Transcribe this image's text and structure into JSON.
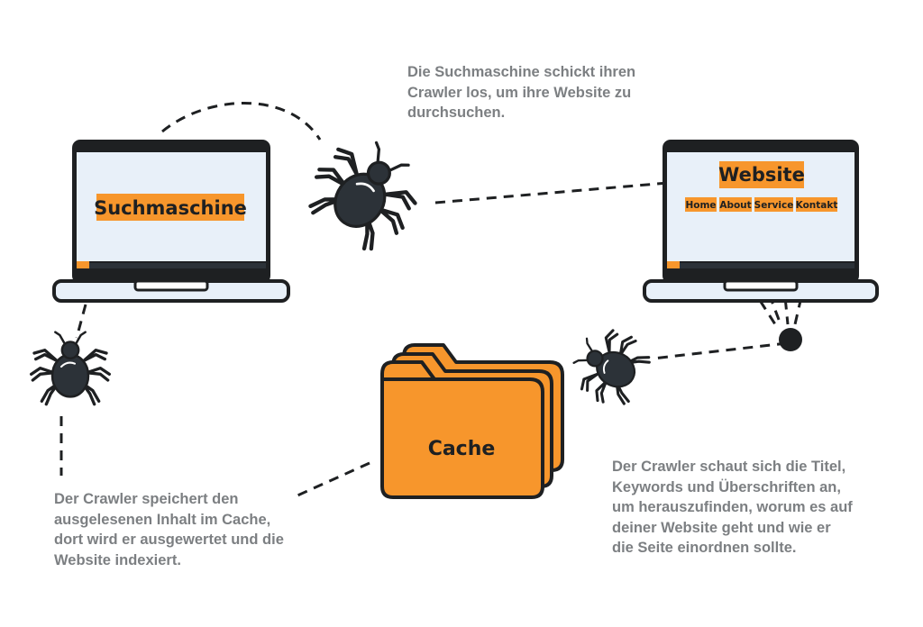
{
  "diagram": {
    "search_engine_label": "Suchmaschine",
    "website_label": "Website",
    "nav_items": [
      "Home",
      "About",
      "Service",
      "Kontakt"
    ],
    "cache_label": "Cache",
    "captions": {
      "crawler_sent": "Die Suchmaschine schickt ihren\nCrawler los, um ihre Website zu\ndurchsuchen.",
      "crawler_reads": "Der Crawler schaut sich die Titel,\nKeywords und Überschriften an,\num herauszufinden, worum es auf\ndeiner Website geht und wie er\ndie Seite einordnen sollte.",
      "crawler_stores": "Der Crawler speichert den\nausgelesenen Inhalt im Cache,\ndort wird er ausgewertet und die\nWebsite indexiert."
    }
  },
  "colors": {
    "accent_orange": "#f7962c",
    "outline": "#1e2022",
    "screen": "#e8f0f9",
    "caption_gray": "#7c7f82",
    "bug_body": "#2c3238"
  },
  "icons": [
    "laptop-icon",
    "bug-icon",
    "folder-icon"
  ]
}
